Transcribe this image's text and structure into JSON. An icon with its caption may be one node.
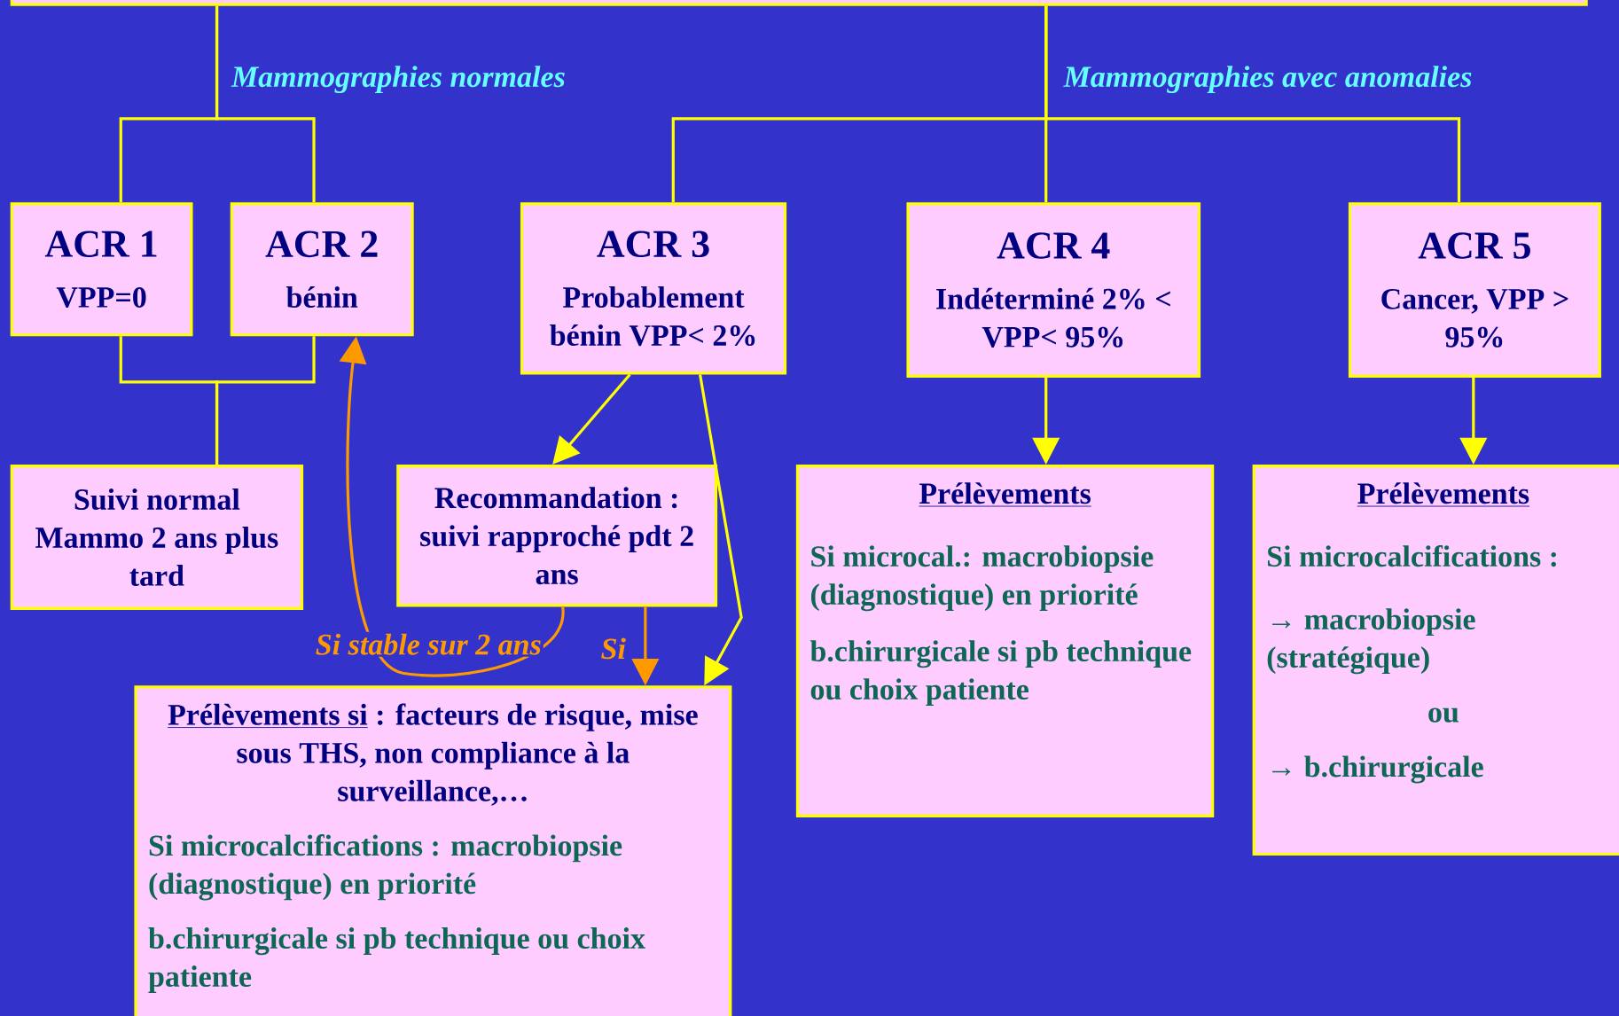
{
  "diagram": {
    "nodes": [
      {
        "text": [],
        "shape": "box"
      },
      {
        "text": [
          "ACR 1",
          "VPP=0"
        ]
      },
      {
        "text": [
          "ACR 2",
          "bénin"
        ]
      },
      {
        "text": [
          "ACR 3",
          "Probablement bénin VPP< 2%"
        ]
      },
      {
        "text": [
          "ACR 4",
          "Indéterminé 2% < VPP< 95%"
        ]
      },
      {
        "text": [
          "ACR 5",
          "Cancer, VPP > 95%"
        ]
      },
      {
        "text": [
          "Suivi normal Mammo 2 ans plus tard"
        ]
      },
      {
        "text": [
          "Recommandation : suivi rapproché pdt 2 ans"
        ]
      },
      {
        "text": [
          "Prélèvements si",
          ": facteurs de risque, mise sous THS, non compliance à la surveillance,…",
          "Si microcalcifications : macrobiopsie (diagnostique) en priorité",
          "b.chirurgicale si pb technique ou choix patiente"
        ]
      },
      {
        "text": [
          "Prélèvements",
          "Si microcal.: macrobiopsie (diagnostique) en priorité",
          "b.chirurgicale si pb technique ou choix patiente"
        ]
      },
      {
        "text": [
          "Prélèvements",
          "Si microcalcifications :",
          "→ macrobiopsie (stratégique)",
          "ou",
          "→ b.chirurgicale"
        ]
      }
    ],
    "edges": [
      {
        "from": 0,
        "to": 1,
        "arrow": "none"
      },
      {
        "from": 0,
        "to": 2,
        "arrow": "none"
      },
      {
        "from": 0,
        "to": 3,
        "arrow": "none"
      },
      {
        "from": 0,
        "to": 4,
        "arrow": "none"
      },
      {
        "from": 0,
        "to": 5,
        "arrow": "none"
      },
      {
        "from": 1,
        "to": 6,
        "arrow": "none"
      },
      {
        "from": 2,
        "to": 6,
        "arrow": "none"
      },
      {
        "from": 3,
        "to": 7,
        "arrow": "to"
      },
      {
        "from": 3,
        "to": 8,
        "arrow": "to"
      },
      {
        "from": 4,
        "to": 9,
        "arrow": "to"
      },
      {
        "from": 5,
        "to": 10,
        "arrow": "to"
      },
      {
        "from": 7,
        "to": 2,
        "arrow": "to",
        "label": "Si stable sur 2 ans",
        "color": "#ff9900"
      },
      {
        "from": 7,
        "to": 8,
        "arrow": "to",
        "label": "Si",
        "color": "#ff9900"
      }
    ],
    "labels": [
      "Mammographies normales",
      "Mammographies avec anomalies"
    ]
  }
}
